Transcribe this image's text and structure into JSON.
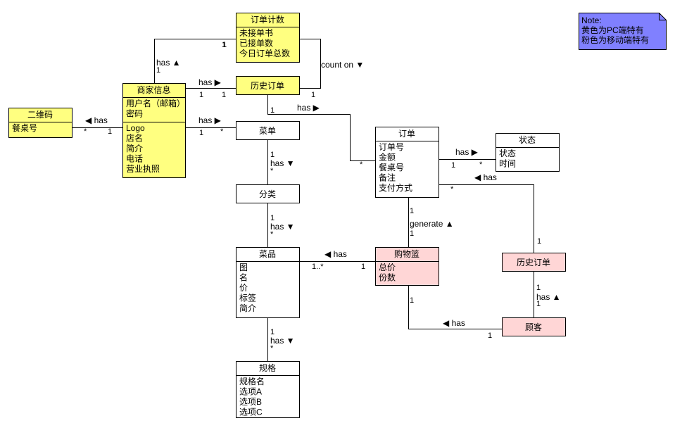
{
  "colors": {
    "pc": "#FFFF80",
    "mobile": "#FFD6D6",
    "plain": "#FFFFFF",
    "note": "#8080FF",
    "line": "#000000"
  },
  "note": {
    "lines": [
      "Note:",
      "黄色为PC端特有",
      "粉色为移动端特有"
    ]
  },
  "classes": [
    {
      "id": "order-count",
      "title": "订单计数",
      "sections": [
        [
          "未接单书",
          "已接单数",
          "今日订单总数"
        ]
      ],
      "color": "pc"
    },
    {
      "id": "history-order-pc",
      "title": "历史订单",
      "sections": [],
      "color": "pc"
    },
    {
      "id": "merchant-info",
      "title": "商家信息",
      "sections": [
        [
          "用户名（邮箱）",
          "密码"
        ],
        [
          "Logo",
          "店名",
          "简介",
          "电话",
          "营业执照"
        ]
      ],
      "color": "pc"
    },
    {
      "id": "qr-code",
      "title": "二维码",
      "sections": [
        [
          "餐桌号"
        ]
      ],
      "color": "pc"
    },
    {
      "id": "menu",
      "title": "菜单",
      "sections": [],
      "color": "plain"
    },
    {
      "id": "category",
      "title": "分类",
      "sections": [],
      "color": "plain"
    },
    {
      "id": "dish",
      "title": "菜品",
      "sections": [
        [
          "图",
          "名",
          "价",
          "标签",
          "简介"
        ]
      ],
      "color": "plain"
    },
    {
      "id": "spec",
      "title": "规格",
      "sections": [
        [
          "规格名",
          "选项A",
          "选项B",
          "选项C"
        ]
      ],
      "color": "plain"
    },
    {
      "id": "order",
      "title": "订单",
      "sections": [
        [
          "订单号",
          "金额",
          "餐桌号",
          "备注",
          "支付方式"
        ]
      ],
      "color": "plain"
    },
    {
      "id": "status",
      "title": "状态",
      "sections": [
        [
          "状态",
          "时间"
        ]
      ],
      "color": "plain"
    },
    {
      "id": "cart",
      "title": "购物篮",
      "sections": [
        [
          "总价",
          "份数"
        ]
      ],
      "color": "mobile"
    },
    {
      "id": "history-order-mobile",
      "title": "历史订单",
      "sections": [],
      "color": "mobile"
    },
    {
      "id": "customer",
      "title": "顾客",
      "sections": [],
      "color": "mobile"
    }
  ],
  "associations": [
    {
      "id": "merchant-ordercount",
      "label": "has ▲",
      "mult_a": "1",
      "mult_b": "1"
    },
    {
      "id": "merchant-history",
      "label": "has ▶",
      "mult_a": "1",
      "mult_b": "1"
    },
    {
      "id": "ordercount-history",
      "label": "count on ▼",
      "mult_a": "1",
      "mult_b": "1"
    },
    {
      "id": "qr-merchant",
      "label": "◀ has",
      "mult_a": "*",
      "mult_b": "1"
    },
    {
      "id": "merchant-menu",
      "label": "has ▶",
      "mult_a": "1",
      "mult_b": "*"
    },
    {
      "id": "history-order",
      "label": "has ▶",
      "mult_a": "1",
      "mult_b": "*"
    },
    {
      "id": "menu-category",
      "label": "has ▼",
      "mult_a": "1",
      "mult_b": "*"
    },
    {
      "id": "category-dish",
      "label": "has ▼",
      "mult_a": "1",
      "mult_b": "*"
    },
    {
      "id": "dish-spec",
      "label": "has ▼",
      "mult_a": "1",
      "mult_b": "*"
    },
    {
      "id": "order-status",
      "label": "has ▶",
      "mult_a": "1",
      "mult_b": "*"
    },
    {
      "id": "order-historymobile",
      "label": "◀ has",
      "mult_a": "*",
      "mult_b": "1"
    },
    {
      "id": "order-cart",
      "label": "generate ▲",
      "mult_a": "1",
      "mult_b": "1"
    },
    {
      "id": "dish-cart",
      "label": "◀ has",
      "mult_a": "1..*",
      "mult_b": "1"
    },
    {
      "id": "historymobile-customer",
      "label": "has ▲",
      "mult_a": "1",
      "mult_b": "1"
    },
    {
      "id": "cart-customer",
      "label": "◀ has",
      "mult_a": "1",
      "mult_b": "1"
    }
  ]
}
